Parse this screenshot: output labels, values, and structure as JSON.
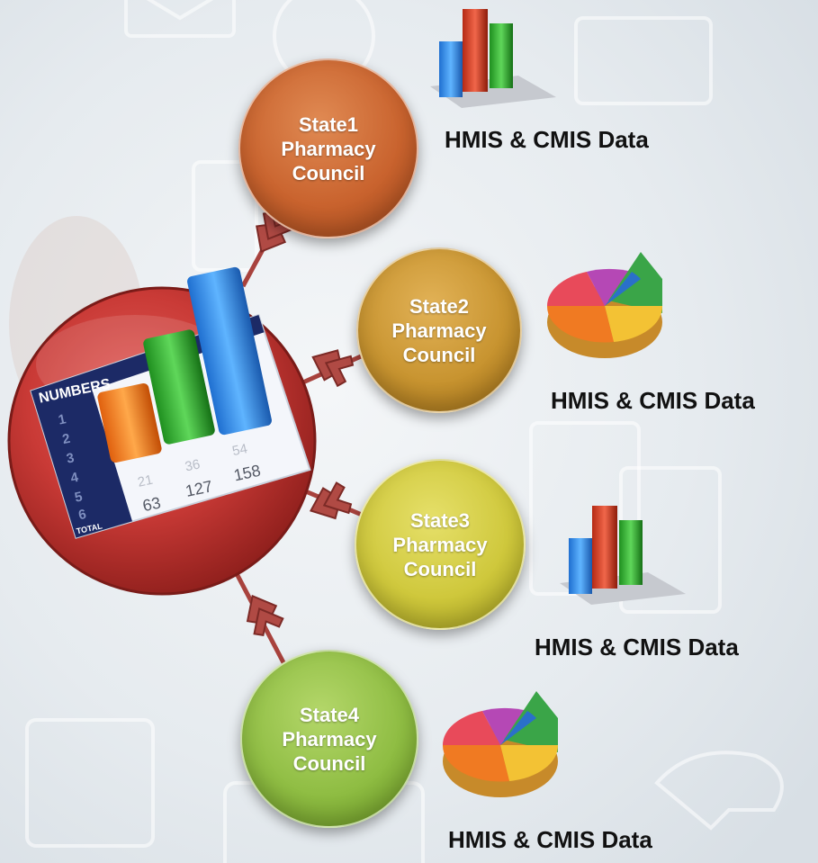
{
  "colors": {
    "hub_red": "#c93a36",
    "arrow": "#a8423d",
    "node1": "#c9632e",
    "node2": "#c89430",
    "node3": "#cfc83c",
    "node4": "#8fbd43"
  },
  "hub": {
    "icon": "numbers-bar-chart-icon",
    "header": "NUMBERS",
    "rows": [
      "1",
      "2",
      "3",
      "4",
      "5",
      "6"
    ],
    "row5_values": [
      "21",
      "36",
      "54"
    ],
    "total_label": "TOTAL",
    "totals": [
      "63",
      "127",
      "158"
    ]
  },
  "nodes": [
    {
      "label": "State1\nPharmacy\nCouncil",
      "data_label": "HMIS & CMIS Data",
      "icon": "bar-chart-icon"
    },
    {
      "label": "State2\nPharmacy\nCouncil",
      "data_label": "HMIS & CMIS Data",
      "icon": "pie-chart-icon"
    },
    {
      "label": "State3\nPharmacy\nCouncil",
      "data_label": "HMIS & CMIS Data",
      "icon": "bar-chart-icon"
    },
    {
      "label": "State4\nPharmacy\nCouncil",
      "data_label": "HMIS & CMIS Data",
      "icon": "pie-chart-icon"
    }
  ]
}
